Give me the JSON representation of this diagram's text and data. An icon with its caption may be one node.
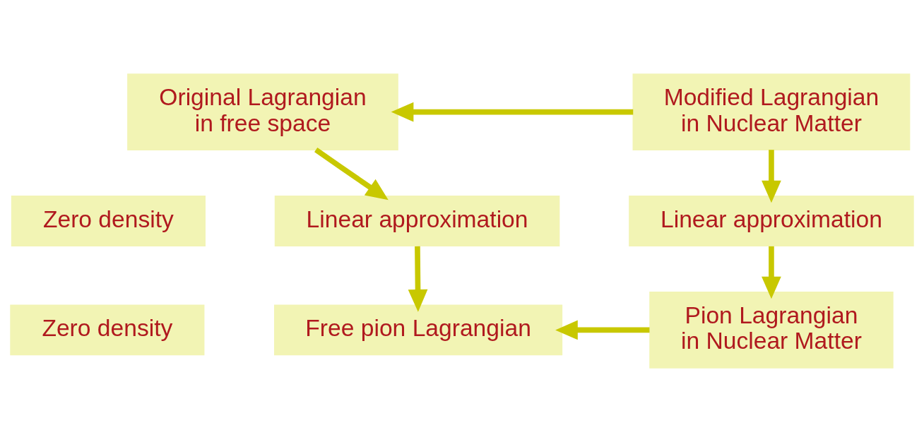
{
  "diagram": {
    "nodes": [
      {
        "text": [
          "Original Lagrangian in free space"
        ]
      },
      {
        "text": [
          "Modified Lagrangian in Nuclear Matter"
        ]
      },
      {
        "text": [
          "Zero density"
        ]
      },
      {
        "text": [
          "Linear approximation"
        ]
      },
      {
        "text": [
          "Linear approximation"
        ]
      },
      {
        "text": [
          "Zero density"
        ]
      },
      {
        "text": [
          "Free pion Lagrangian"
        ]
      },
      {
        "text": [
          "Pion Lagrangian in Nuclear Matter"
        ]
      }
    ],
    "edges": [
      {
        "from": 1,
        "to": 0,
        "arrow": "to"
      },
      {
        "from": 0,
        "to": 3,
        "arrow": "to"
      },
      {
        "from": 1,
        "to": 4,
        "arrow": "to"
      },
      {
        "from": 3,
        "to": 6,
        "arrow": "to"
      },
      {
        "from": 4,
        "to": 7,
        "arrow": "to"
      },
      {
        "from": 7,
        "to": 6,
        "arrow": "to"
      }
    ]
  }
}
